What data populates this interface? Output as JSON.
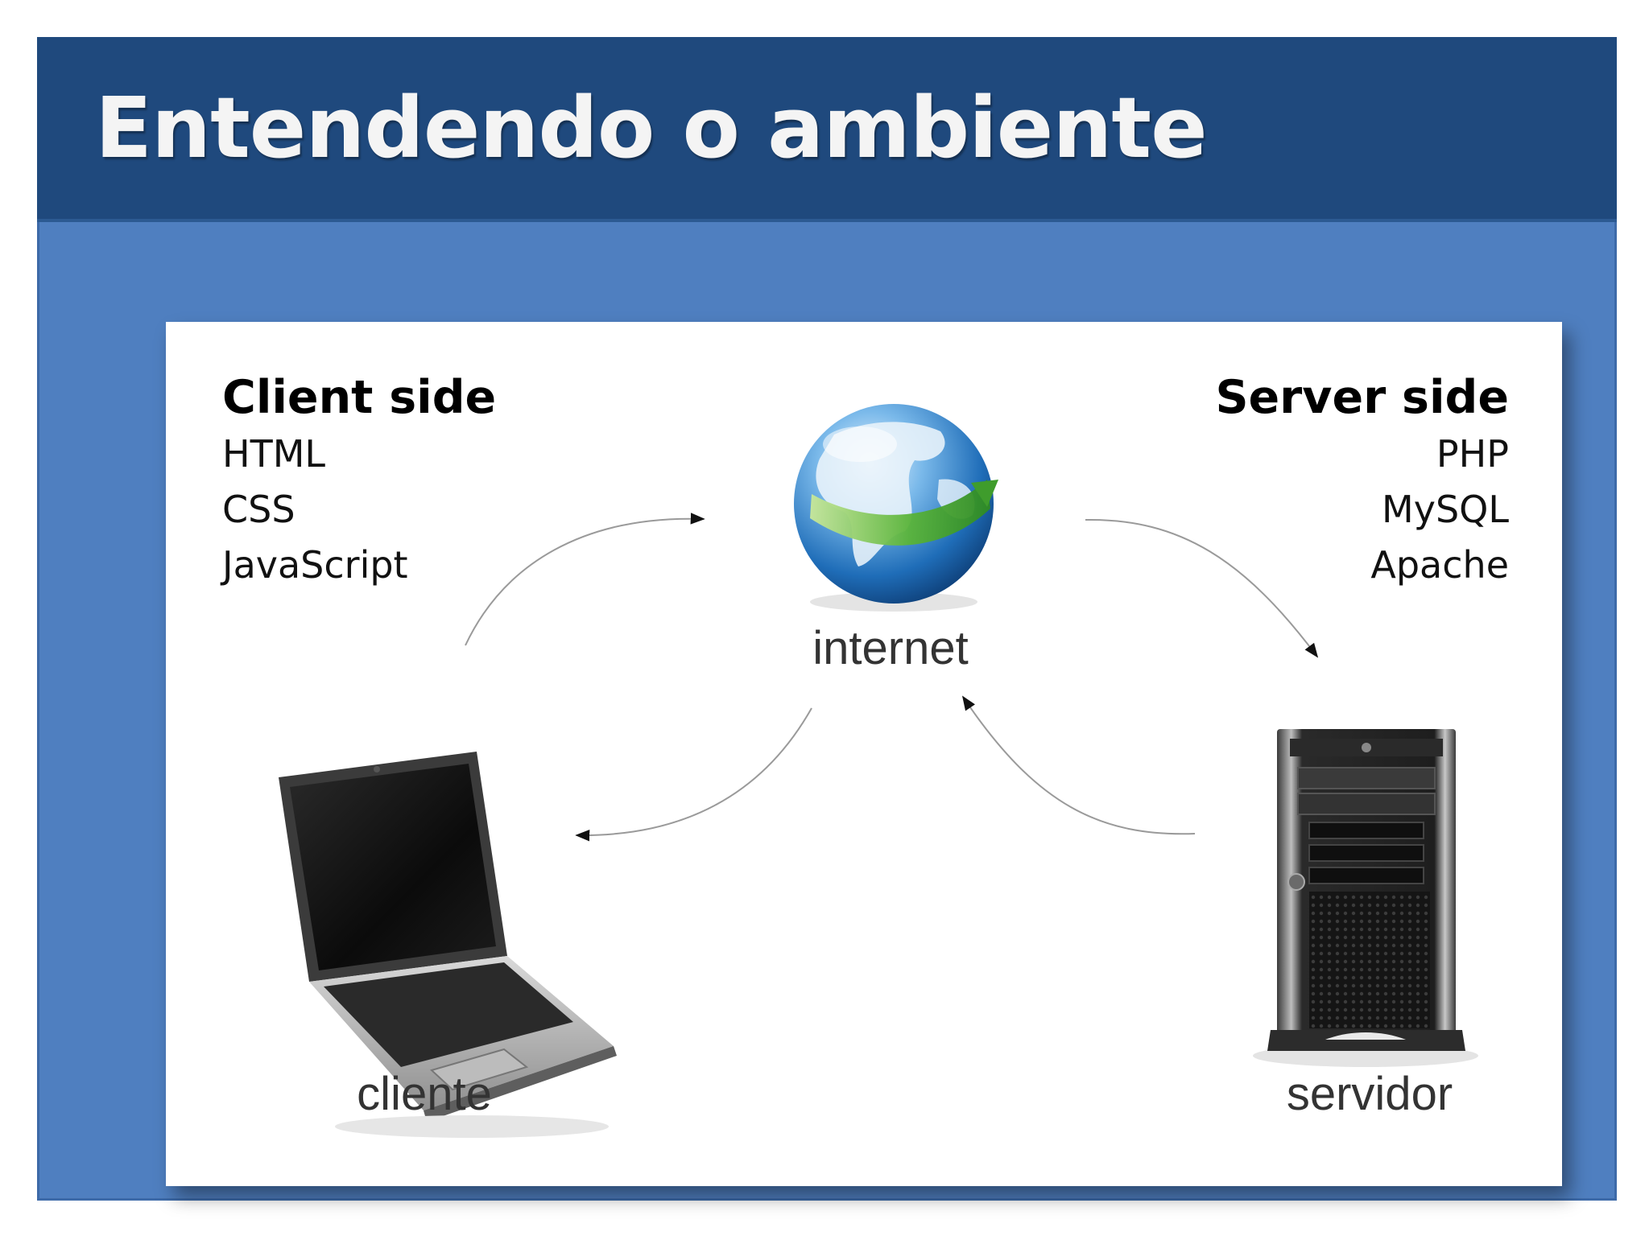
{
  "slide": {
    "title": "Entendendo o ambiente",
    "colors": {
      "title_bar": "#1f497d",
      "slide_background": "#4f7fc0",
      "title_text": "#f4f4f4",
      "panel": "#ffffff"
    }
  },
  "client_side": {
    "heading": "Client side",
    "items": [
      "HTML",
      "CSS",
      "JavaScript"
    ]
  },
  "server_side": {
    "heading": "Server side",
    "items": [
      "PHP",
      "MySQL",
      "Apache"
    ]
  },
  "nodes": {
    "internet": {
      "label": "internet",
      "icon": "globe-icon"
    },
    "cliente": {
      "label": "cliente",
      "icon": "laptop-icon"
    },
    "servidor": {
      "label": "servidor",
      "icon": "server-tower-icon"
    }
  },
  "edges": [
    {
      "from": "cliente",
      "to": "internet"
    },
    {
      "from": "internet",
      "to": "servidor"
    },
    {
      "from": "servidor",
      "to": "internet"
    },
    {
      "from": "internet",
      "to": "cliente"
    }
  ]
}
